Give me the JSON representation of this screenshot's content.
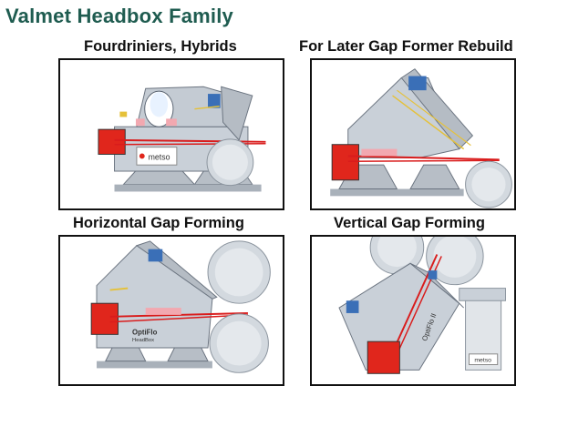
{
  "title": "Valmet Headbox Family",
  "panels": [
    {
      "caption": "Fourdriniers, Hybrids",
      "logo_text": "metso"
    },
    {
      "caption": "For Later Gap Former Rebuild"
    },
    {
      "caption": "Horizontal Gap Forming",
      "brand_text": "OptiFlo",
      "brand_sub": "HeadBox"
    },
    {
      "caption": "Vertical Gap Forming",
      "brand_text": "OptiFlo II",
      "logo_text": "metso"
    }
  ],
  "colors": {
    "title": "#1f5c50",
    "machine": "#c9d0d8",
    "accent_red": "#e0261c",
    "blue": "#3a6fb7"
  }
}
